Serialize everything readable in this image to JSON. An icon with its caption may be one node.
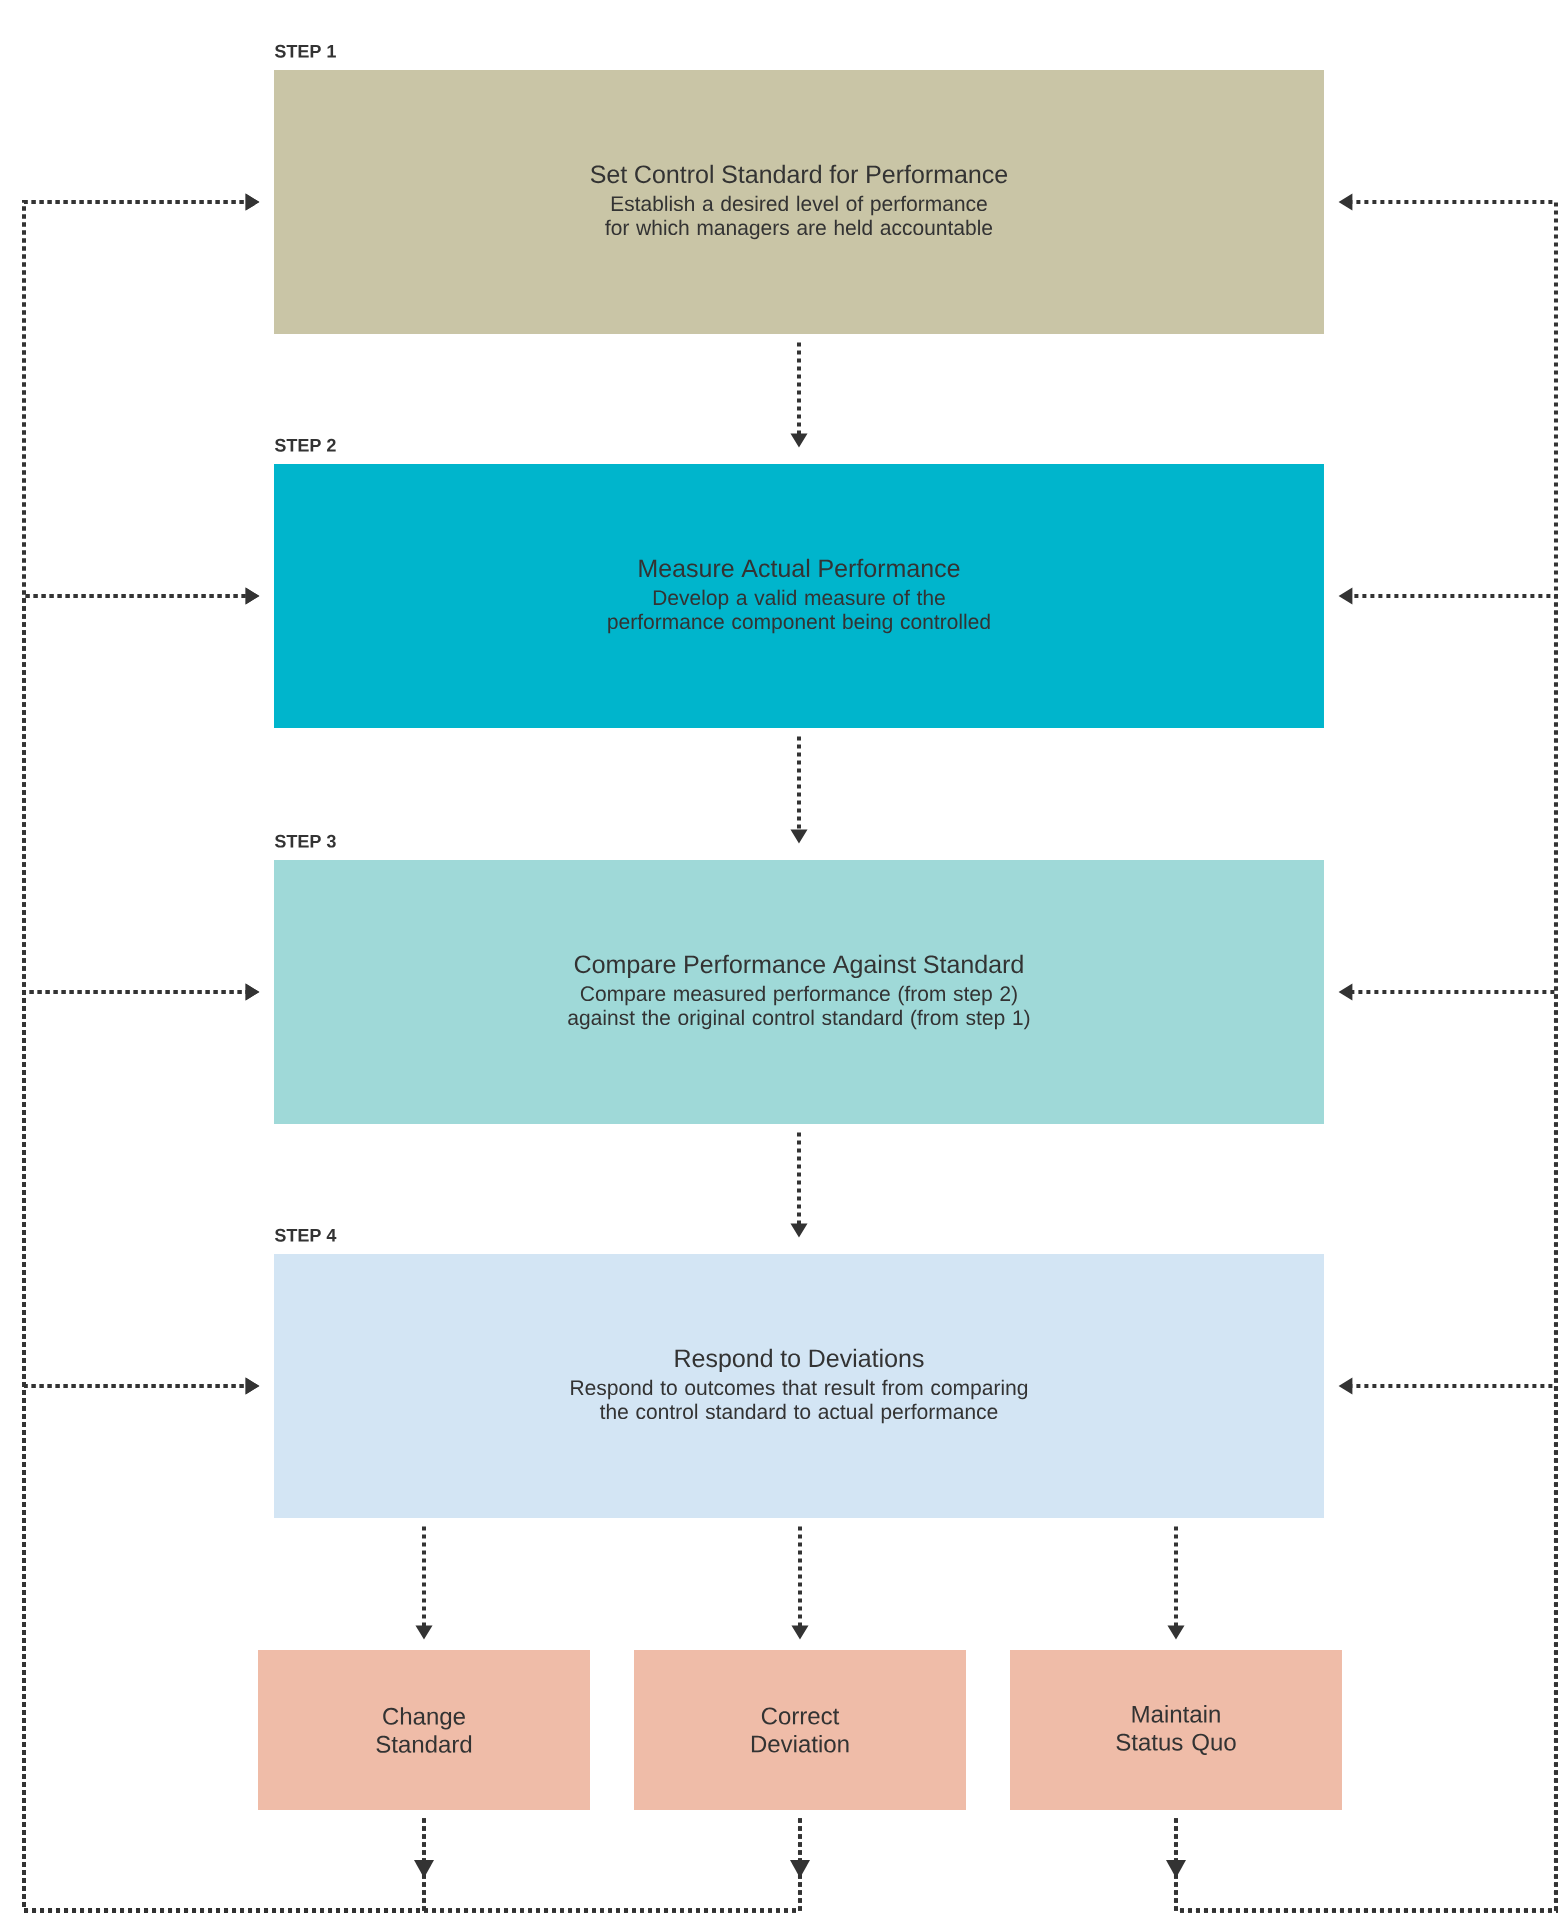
{
  "diagram": {
    "nodes": [
      {
        "text": [
          "STEP 1",
          "Set Control Standard for Performance",
          "Establish a desired level of performance for which managers are held accountable"
        ]
      },
      {
        "text": [
          "STEP 2",
          "Measure Actual Performance",
          "Develop a valid measure of the performance component being controlled"
        ]
      },
      {
        "text": [
          "STEP 3",
          "Compare Performance Against Standard",
          "Compare measured performance (from step 2) against the original control standard (from step 1)"
        ]
      },
      {
        "text": [
          "STEP 4",
          "Respond to Deviations",
          "Respond to outcomes that result from comparing the control standard to actual performance"
        ]
      },
      {
        "text": [
          "Change Standard"
        ]
      },
      {
        "text": [
          "Correct Deviation"
        ]
      },
      {
        "text": [
          "Maintain Status Quo"
        ]
      }
    ],
    "edges": [
      {
        "from": 0,
        "to": 1,
        "arrow": "to"
      },
      {
        "from": 1,
        "to": 2,
        "arrow": "to"
      },
      {
        "from": 2,
        "to": 3,
        "arrow": "to"
      },
      {
        "from": 3,
        "to": 4,
        "arrow": "to"
      },
      {
        "from": 3,
        "to": 5,
        "arrow": "to"
      },
      {
        "from": 3,
        "to": 6,
        "arrow": "to"
      },
      {
        "from": 4,
        "to": 0,
        "arrow": "to"
      },
      {
        "from": 4,
        "to": 1,
        "arrow": "to"
      },
      {
        "from": 4,
        "to": 2,
        "arrow": "to"
      },
      {
        "from": 4,
        "to": 3,
        "arrow": "to"
      },
      {
        "from": 5,
        "to": 0,
        "arrow": "to"
      },
      {
        "from": 5,
        "to": 1,
        "arrow": "to"
      },
      {
        "from": 5,
        "to": 2,
        "arrow": "to"
      },
      {
        "from": 5,
        "to": 3,
        "arrow": "to"
      },
      {
        "from": 6,
        "to": 0,
        "arrow": "to"
      },
      {
        "from": 6,
        "to": 1,
        "arrow": "to"
      },
      {
        "from": 6,
        "to": 2,
        "arrow": "to"
      },
      {
        "from": 6,
        "to": 3,
        "arrow": "to"
      }
    ]
  }
}
